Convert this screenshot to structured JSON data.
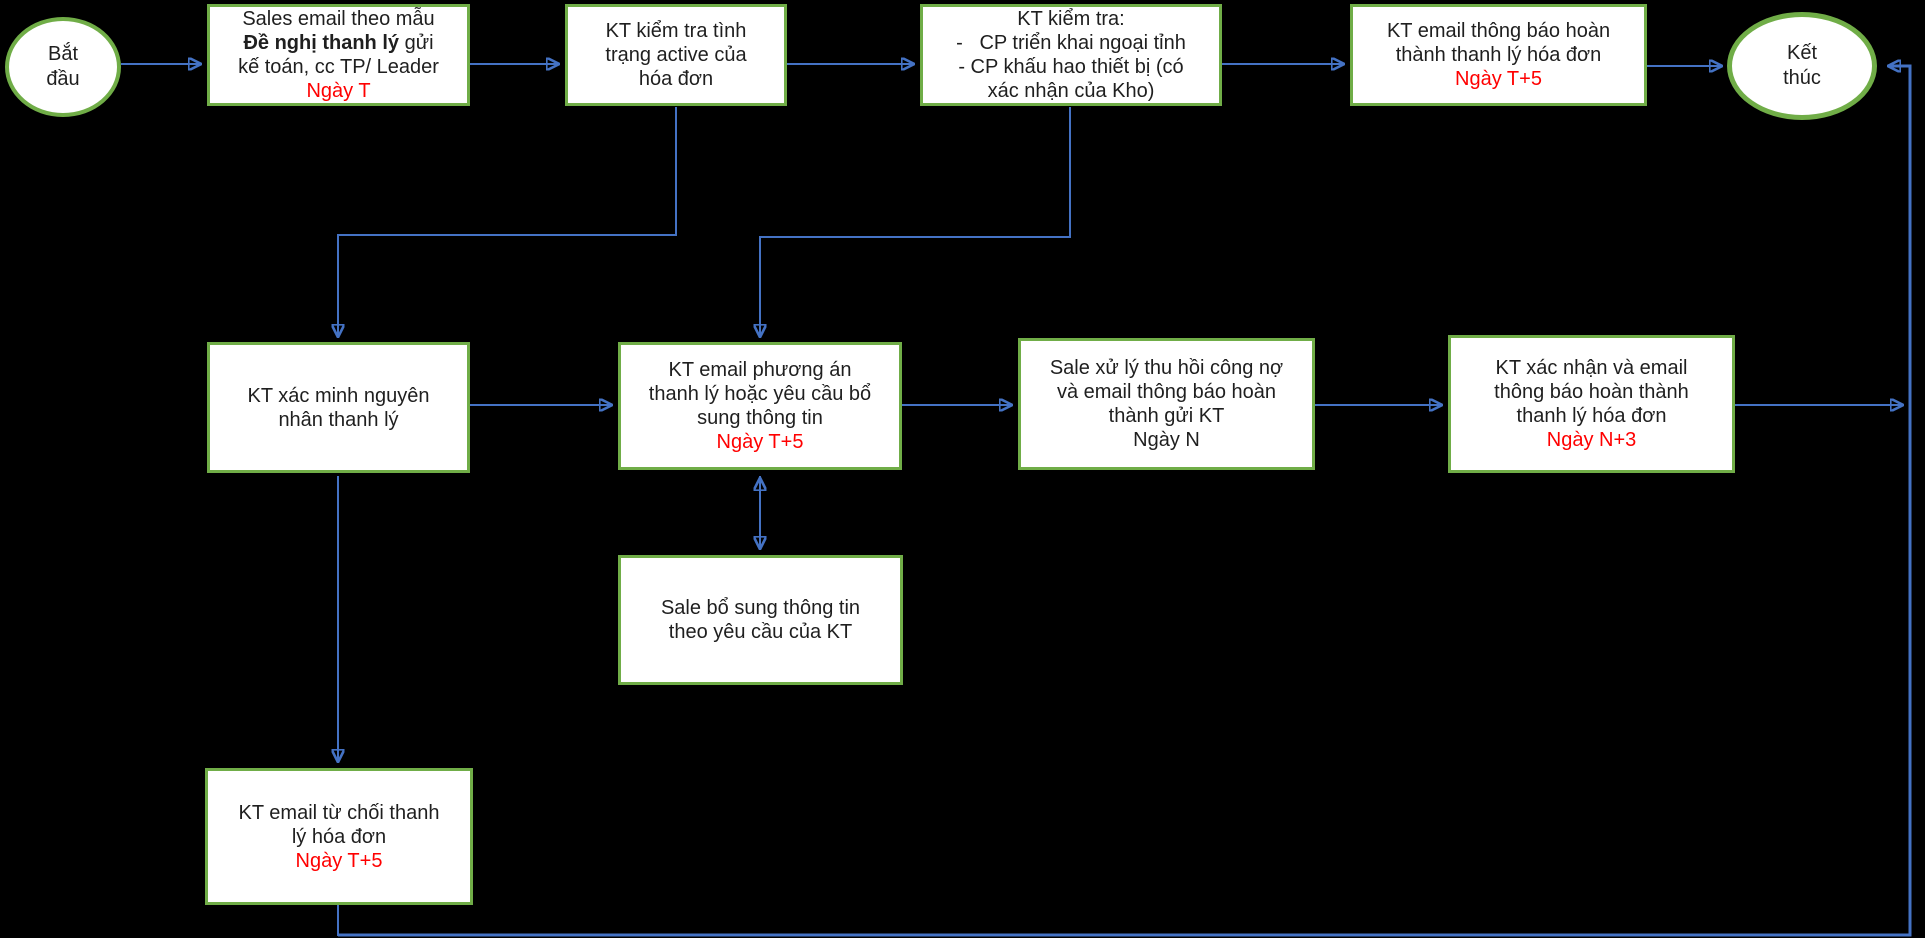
{
  "diagram": {
    "background_color": "#000000",
    "colors": {
      "node_border": "#70AD47",
      "node_fill": "#FFFFFF",
      "connector": "#4472C4",
      "date_text": "#FF0000",
      "body_text": "#1F1F1F"
    },
    "terminators": {
      "start": {
        "line1": "Bắt",
        "line2": "đầu"
      },
      "end": {
        "line1": "Kết",
        "line2": "thúc"
      }
    },
    "nodes": {
      "sales_email": {
        "line1": "Sales email theo mẫu",
        "line2_bold": "Đề nghị thanh lý",
        "line2_rest": " gửi",
        "line3": "kế toán, cc TP/ Leader",
        "date": "Ngày T"
      },
      "check_active": {
        "line1": "KT kiểm tra tình",
        "line2": "trạng active của",
        "line3": "hóa đơn"
      },
      "check_costs": {
        "line1": "KT kiểm tra:",
        "line2": "-   CP triển khai ngoại tỉnh",
        "line3": "- CP khấu hao thiết bị (có",
        "line4": "xác nhận của Kho)"
      },
      "email_complete_top": {
        "line1": "KT email thông báo hoàn",
        "line2": "thành thanh lý hóa đơn",
        "date": "Ngày T+5"
      },
      "verify_reason": {
        "line1": "KT xác minh nguyên",
        "line2": "nhân thanh lý"
      },
      "email_plan": {
        "line1": "KT email phương án",
        "line2": "thanh lý hoặc yêu cầu bổ",
        "line3": "sung thông tin",
        "date": "Ngày T+5"
      },
      "sale_recover_debt": {
        "line1": "Sale xử lý thu hồi công nợ",
        "line2": "và email thông báo hoàn",
        "line3": "thành gửi KT",
        "line4": "Ngày N"
      },
      "confirm_complete": {
        "line1": "KT xác nhận và email",
        "line2": "thông báo hoàn thành",
        "line3": "thanh lý hóa đơn",
        "date": "Ngày N+3"
      },
      "sale_supplement": {
        "line1": "Sale bổ sung thông tin",
        "line2": "theo yêu cầu của KT"
      },
      "email_reject": {
        "line1": "KT email từ chối thanh",
        "line2": "lý hóa đơn",
        "date": "Ngày T+5"
      }
    }
  }
}
